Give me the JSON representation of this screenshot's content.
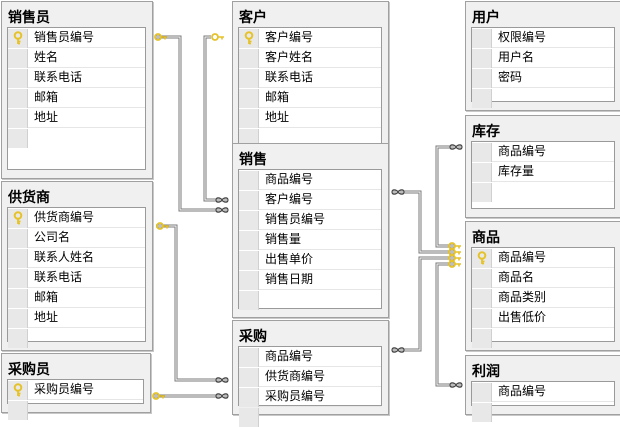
{
  "colors": {
    "table_bg": "#f0f0f0",
    "table_border": "#a0a0a0",
    "connector": "#808080",
    "key_icon": "#e6c229"
  },
  "tables": {
    "salesperson": {
      "title": "销售员",
      "columns": [
        {
          "name": "销售员编号",
          "pk": true
        },
        {
          "name": "姓名"
        },
        {
          "name": "联系电话"
        },
        {
          "name": "邮箱"
        },
        {
          "name": "地址"
        }
      ]
    },
    "supplier": {
      "title": "供货商",
      "columns": [
        {
          "name": "供货商编号",
          "pk": true
        },
        {
          "name": "公司名"
        },
        {
          "name": "联系人姓名"
        },
        {
          "name": "联系电话"
        },
        {
          "name": "邮箱"
        },
        {
          "name": "地址"
        }
      ]
    },
    "buyer": {
      "title": "采购员",
      "columns": [
        {
          "name": "采购员编号",
          "pk": true
        }
      ]
    },
    "customer": {
      "title": "客户",
      "columns": [
        {
          "name": "客户编号",
          "pk": true
        },
        {
          "name": "客户姓名"
        },
        {
          "name": "联系电话"
        },
        {
          "name": "邮箱"
        },
        {
          "name": "地址"
        }
      ]
    },
    "sales": {
      "title": "销售",
      "columns": [
        {
          "name": "商品编号"
        },
        {
          "name": "客户编号"
        },
        {
          "name": "销售员编号"
        },
        {
          "name": "销售量"
        },
        {
          "name": "出售单价"
        },
        {
          "name": "销售日期"
        }
      ]
    },
    "purchase": {
      "title": "采购",
      "columns": [
        {
          "name": "商品编号"
        },
        {
          "name": "供货商编号"
        },
        {
          "name": "采购员编号"
        }
      ]
    },
    "user": {
      "title": "用户",
      "columns": [
        {
          "name": "权限编号"
        },
        {
          "name": "用户名"
        },
        {
          "name": "密码"
        }
      ]
    },
    "inventory": {
      "title": "库存",
      "columns": [
        {
          "name": "商品编号"
        },
        {
          "name": "库存量"
        }
      ]
    },
    "product": {
      "title": "商品",
      "columns": [
        {
          "name": "商品编号",
          "pk": true
        },
        {
          "name": "商品名"
        },
        {
          "name": "商品类别"
        },
        {
          "name": "出售低价"
        }
      ]
    },
    "profit": {
      "title": "利润",
      "columns": [
        {
          "name": "商品编号"
        }
      ]
    }
  },
  "relationships": [
    {
      "from": "salesperson",
      "to": "sales"
    },
    {
      "from": "customer",
      "to": "sales"
    },
    {
      "from": "supplier",
      "to": "purchase"
    },
    {
      "from": "buyer",
      "to": "purchase"
    },
    {
      "from": "product",
      "to": "sales"
    },
    {
      "from": "product",
      "to": "purchase"
    },
    {
      "from": "product",
      "to": "inventory"
    },
    {
      "from": "product",
      "to": "profit"
    }
  ]
}
